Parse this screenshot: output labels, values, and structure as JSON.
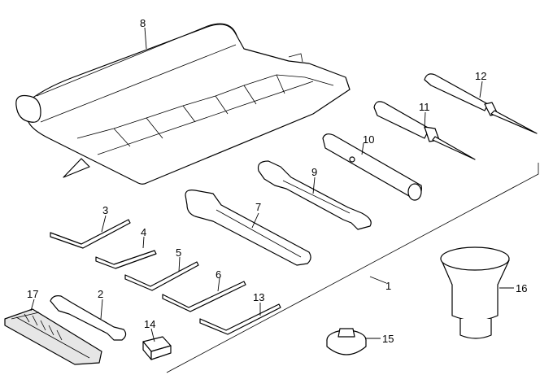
{
  "callouts": {
    "p1": "1",
    "p2": "2",
    "p3": "3",
    "p4": "4",
    "p5": "5",
    "p6": "6",
    "p7": "7",
    "p8": "8",
    "p9": "9",
    "p10": "10",
    "p11": "11",
    "p12": "12",
    "p13": "13",
    "p14": "14",
    "p15": "15",
    "p16": "16",
    "p17": "17"
  }
}
